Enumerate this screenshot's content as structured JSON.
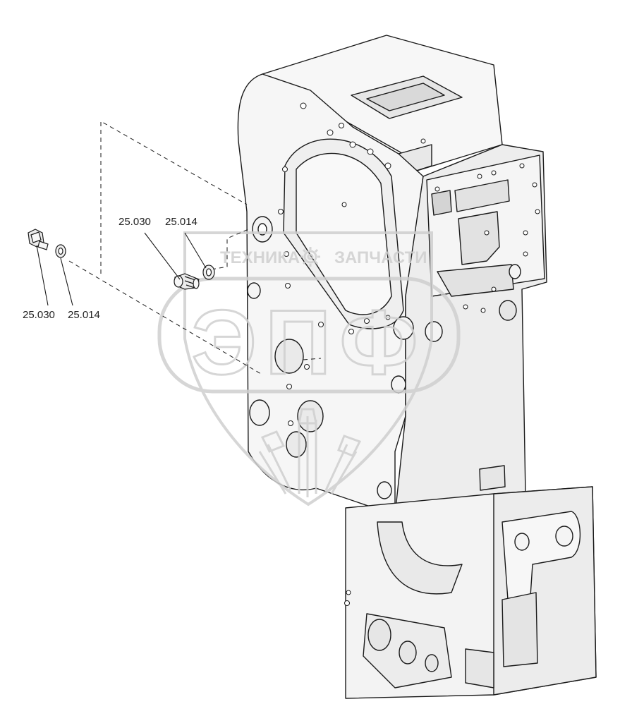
{
  "callouts": {
    "top_left": "25.030",
    "top_right": "25.014",
    "bottom_left": "25.030",
    "bottom_right": "25.014"
  },
  "watermark": {
    "word_left": "ТЕХНИКА",
    "word_right": "ЗАПЧАСТИ",
    "big_letters": "ЭПФ"
  },
  "colors": {
    "line": "#1a1a1a",
    "face": "#f2f2f2",
    "shade": "#dcdcdc",
    "watermark": "#cfcfcf"
  }
}
